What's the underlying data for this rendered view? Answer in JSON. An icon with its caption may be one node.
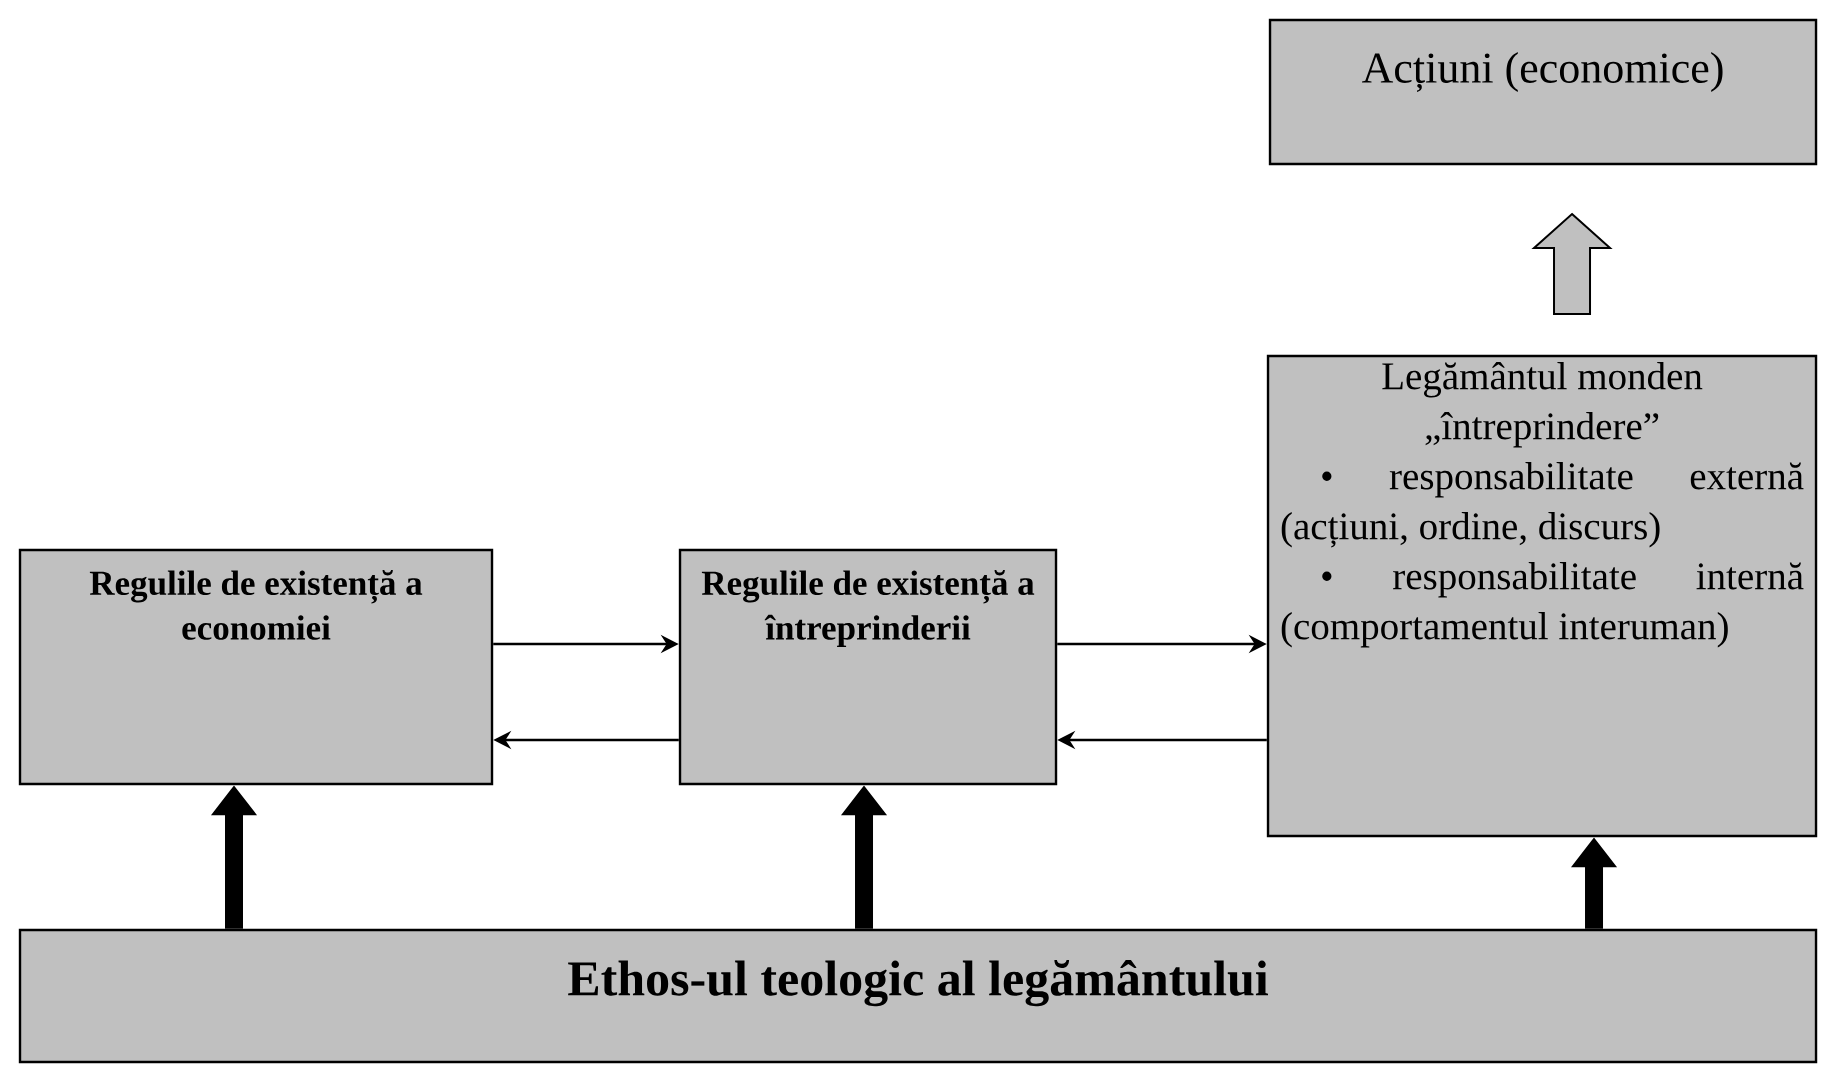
{
  "diagram": {
    "nodes": [
      {
        "text": [
          "Acțiuni (economice)"
        ]
      },
      {
        "text": [
          "Regulile de existență a economiei"
        ]
      },
      {
        "text": [
          "Regulile de existență a întreprinderii"
        ]
      },
      {
        "text": [
          "Legământul monden „întreprindere”",
          "• responsabilitate externă (acțiuni, ordine, discurs)",
          "• responsabilitate internă (comportamentul interuman)"
        ]
      },
      {
        "text": [
          "Ethos-ul teologic al legământului"
        ]
      }
    ],
    "edges": [
      {
        "from": 1,
        "to": 2,
        "arrow": "to"
      },
      {
        "from": 2,
        "to": 1,
        "arrow": "to"
      },
      {
        "from": 2,
        "to": 3,
        "arrow": "to"
      },
      {
        "from": 3,
        "to": 2,
        "arrow": "to"
      },
      {
        "from": 4,
        "to": 1,
        "arrow": "to",
        "style": "thick"
      },
      {
        "from": 4,
        "to": 2,
        "arrow": "to",
        "style": "thick"
      },
      {
        "from": 4,
        "to": 3,
        "arrow": "to",
        "style": "thick"
      },
      {
        "from": 3,
        "to": 0,
        "arrow": "to",
        "style": "thick",
        "color": "#c0c0c0"
      }
    ]
  }
}
